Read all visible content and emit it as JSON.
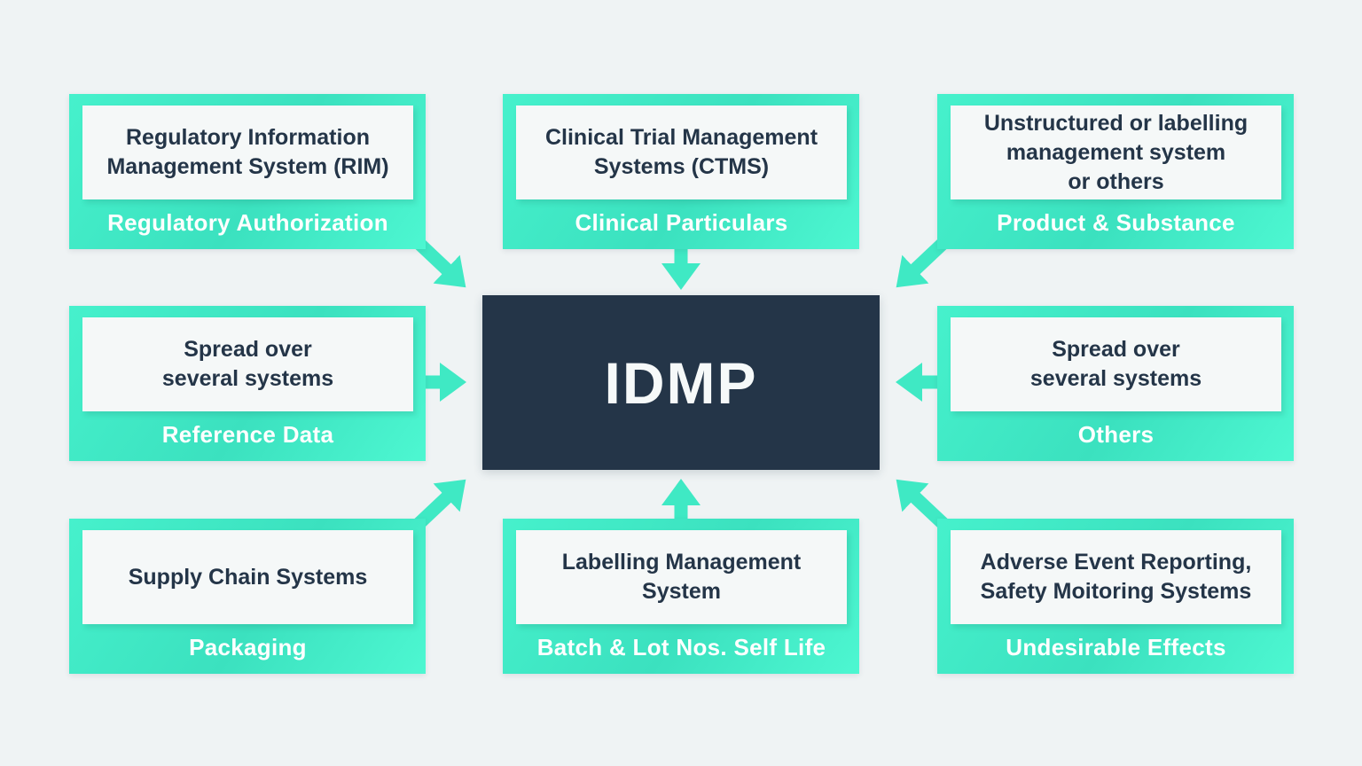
{
  "diagram": {
    "title_semantic": "IDMP source systems diagram",
    "center": {
      "label": "IDMP"
    },
    "nodes": [
      {
        "id": "regulatory",
        "position": "top-left",
        "system": "Regulatory Information\nManagement System (RIM)",
        "category": "Regulatory Authorization"
      },
      {
        "id": "clinical",
        "position": "top-center",
        "system": "Clinical Trial Management\nSystems (CTMS)",
        "category": "Clinical Particulars"
      },
      {
        "id": "product-substance",
        "position": "top-right",
        "system": "Unstructured or labelling\nmanagement system\nor others",
        "category": "Product & Substance"
      },
      {
        "id": "reference-data",
        "position": "middle-left",
        "system": "Spread over\nseveral systems",
        "category": "Reference Data"
      },
      {
        "id": "others",
        "position": "middle-right",
        "system": "Spread over\nseveral systems",
        "category": "Others"
      },
      {
        "id": "packaging",
        "position": "bottom-left",
        "system": "Supply Chain Systems",
        "category": "Packaging"
      },
      {
        "id": "batch-lot",
        "position": "bottom-center",
        "system": "Labelling Management\nSystem",
        "category": "Batch & Lot Nos. Self Life"
      },
      {
        "id": "adverse-events",
        "position": "bottom-right",
        "system": "Adverse Event Reporting,\nSafety Moitoring Systems",
        "category": "Undesirable Effects"
      }
    ],
    "colors": {
      "teal": "#41edc6",
      "teal_light": "#4df7d1",
      "teal_dark": "#3be1bf",
      "navy": "#243548",
      "background": "#eff3f4",
      "card": "#f5f8f8",
      "label_text": "#ffffff"
    }
  }
}
